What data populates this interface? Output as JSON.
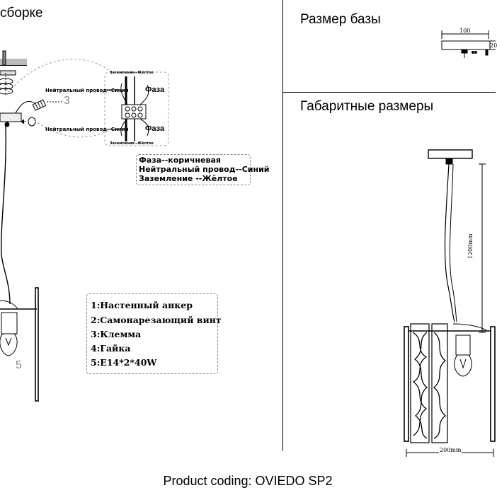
{
  "left_header": "сборке",
  "base_size_title": "Размер базы",
  "overall_dims_title": "Габаритные размеры",
  "wiring": {
    "neutral_top": "Нейтральный провод--Синий",
    "neutral_bottom": "Нейтральный провод--Синий",
    "phase_top": "Фаза",
    "phase_bottom": "Фаза",
    "ground_top": "Заземление--Жёлтое",
    "ground_bottom": "Заземление--Жёлтое",
    "callout_3": "3",
    "callout_5": "5"
  },
  "color_legend": [
    "Фаза--коричневая",
    "Нейтральный провод--Синий",
    "Заземление --Жёлтое"
  ],
  "parts_list": [
    "1:Настенный анкер",
    "2:Самонарезающий винт",
    "3:Клемма",
    "4:Гайка",
    "5:E14*2*40W"
  ],
  "base_dims": {
    "width": "100",
    "height": "20"
  },
  "overall_dims": {
    "height": "1200mm",
    "width": "200mm"
  },
  "footer": "Product coding: OVIEDO SP2"
}
